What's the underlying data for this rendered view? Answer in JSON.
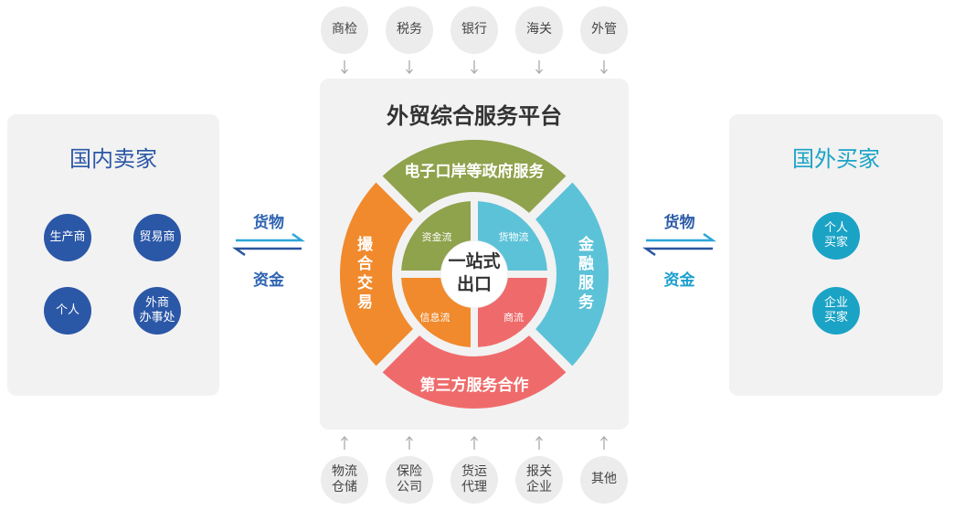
{
  "platform": {
    "title": "外贸综合服务平台"
  },
  "top_agencies": [
    "商检",
    "税务",
    "银行",
    "海关",
    "外管"
  ],
  "bottom_partners": [
    [
      "物流",
      "仓储"
    ],
    [
      "保险",
      "公司"
    ],
    [
      "货运",
      "代理"
    ],
    [
      "报关",
      "企业"
    ],
    [
      "其他"
    ]
  ],
  "domestic_sellers": {
    "title": "国内卖家",
    "items": [
      [
        "生产商"
      ],
      [
        "贸易商"
      ],
      [
        "个人"
      ],
      [
        "外商",
        "办事处"
      ]
    ]
  },
  "foreign_buyers": {
    "title": "国外买家",
    "items": [
      [
        "个人",
        "买家"
      ],
      [
        "企业",
        "买家"
      ]
    ]
  },
  "flows": {
    "left": {
      "goods": "货物",
      "funds": "资金"
    },
    "right": {
      "goods": "货物",
      "funds": "资金"
    }
  },
  "ring": {
    "top": "电子口岸等政府服务",
    "right": "金融服务",
    "bottom": "第三方服务合作",
    "left": "撮合交易"
  },
  "inner": {
    "top_left": "资金流",
    "top_right": "货物流",
    "bottom_left": "信息流",
    "bottom_right": "商流"
  },
  "center": [
    "一站式",
    "出口"
  ],
  "colors": {
    "olive": "#8fa24c",
    "teal": "#5cc2d8",
    "coral": "#ef6b6b",
    "orange": "#f08a2c",
    "domestic": "#2b57a7",
    "foreign": "#1ba3c6",
    "node_gray": "#ececec",
    "panel": "#f2f2f2",
    "arrow_light": "#2ca6d9",
    "arrow_dark": "#2a55a0",
    "connector": "#aaaaaa"
  }
}
